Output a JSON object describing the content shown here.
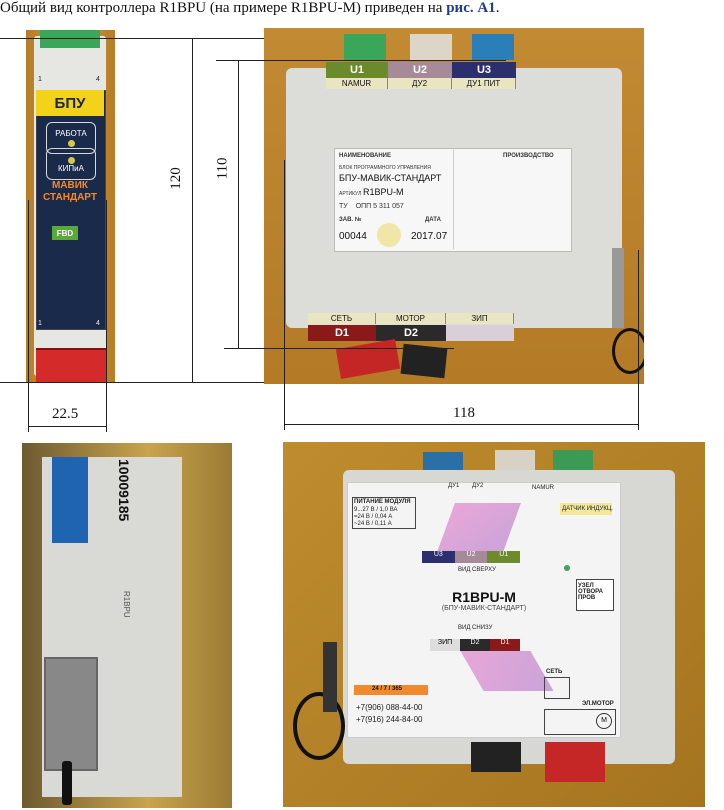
{
  "caption": {
    "prefix": "Общий вид контроллера R1BPU (на примере R1BPU-M) приведен на ",
    "reference": "рис. А1",
    "suffix": "."
  },
  "dimensions": {
    "front_height": "120",
    "side_height": "110",
    "front_width": "22.5",
    "side_width": "118"
  },
  "front_module": {
    "brand": "БПУ",
    "led1_label": "РАБОТА",
    "led2_label": "КИПиА",
    "product_line1": "МАВИК",
    "product_line2": "СТАНДАРТ",
    "fbd_badge": "FBD",
    "pin_left": "1",
    "pin_right": "4"
  },
  "side_module": {
    "top_terminals": [
      "U1",
      "U2",
      "U3"
    ],
    "top_labels": [
      "NAMUR",
      "ДУ2",
      "ДУ1 ПИТ"
    ],
    "card": {
      "name_header": "НАИМЕНОВАНИЕ",
      "name_sub": "БЛОК ПРОГРАММНОГО УПРАВЛЕНИЯ",
      "name_value": "БПУ-МАВИК-СТАНДАРТ",
      "article_label": "АРТИКУЛ",
      "article_value": "R1BPU-M",
      "tu_label": "ТУ",
      "tu_value": "ОПП 5 311 057",
      "serial_label": "ЗАВ. №",
      "date_label": "ДАТА",
      "serial_value": "00044",
      "date_value": "2017.07",
      "maker_label": "ПРОИЗВОДСТВО"
    },
    "bottom_labels": [
      "СЕТЬ",
      "МОТОР",
      "ЗИП"
    ],
    "bottom_terminals": [
      "D1",
      "D2"
    ]
  },
  "back_module": {
    "serial": "10009185",
    "side_text": "R1BPU"
  },
  "top_module": {
    "title": "R1BPU-M",
    "subtitle": "(БПУ-МАВИК-СТАНДАРТ)",
    "view_top": "ВИД СВЕРХУ",
    "view_bottom": "ВИД СНИЗУ",
    "power_box_title": "ПИТАНИЕ МОДУЛЯ",
    "power_lines": [
      "9...27 В / 1,0 ВА",
      "=24 В / 0,04 А",
      "~24 В / 0,11 А"
    ],
    "du_labels": [
      "ДУ1",
      "ДУ2"
    ],
    "namur_label": "NAMUR",
    "sensor_label": "ДАТЧИК ИНДУКЦ.",
    "top_u": [
      "U3",
      "U2",
      "U1"
    ],
    "zip_label": "ЗИП",
    "bottom_d": [
      "D2",
      "D1"
    ],
    "net_label": "СЕТЬ",
    "motor_label": "ЭЛ.МОТОР",
    "hole_label": "УЗЕЛ ОТВОРА ПРОВ",
    "hours_label": "24 / 7 / 365",
    "phone1": "+7(906) 088-44-00",
    "phone2": "+7(916) 244-84-00"
  }
}
